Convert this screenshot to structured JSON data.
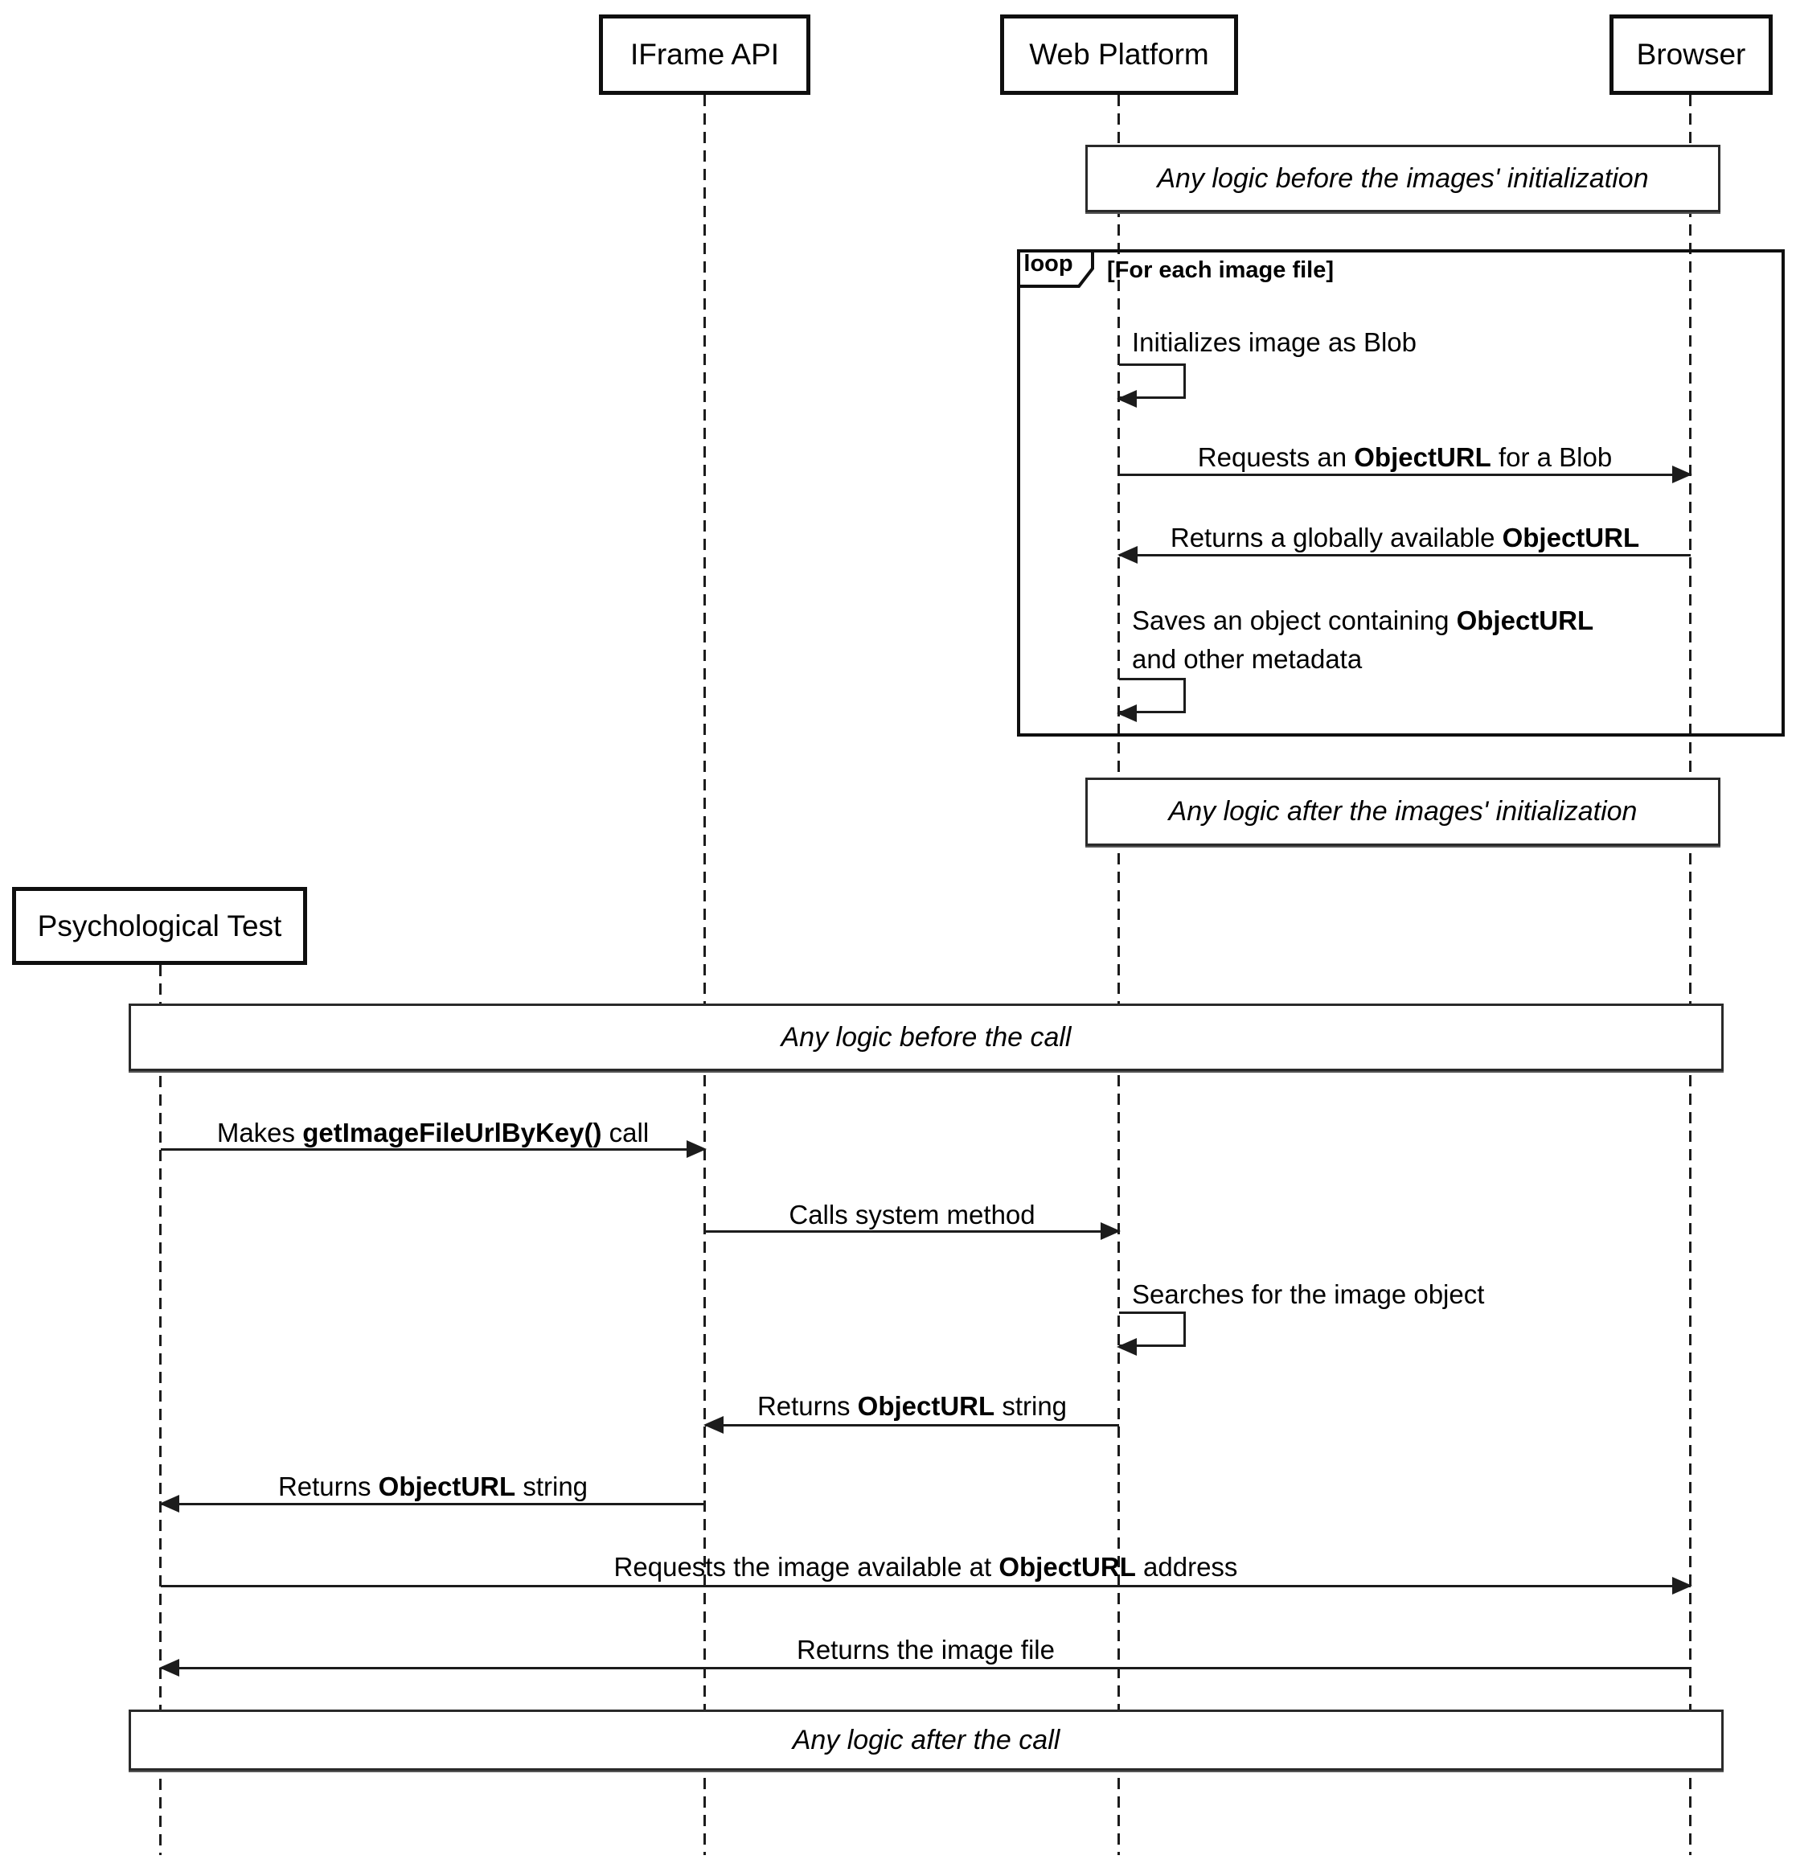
{
  "diagram_type": "uml-sequence",
  "participants": [
    {
      "name": "IFrame API"
    },
    {
      "name": "Web Platform"
    },
    {
      "name": "Browser"
    },
    {
      "name": "Psychological Test"
    }
  ],
  "notes": {
    "before_init": "Any logic before the images' initialization",
    "after_init": "Any logic after the images' initialization",
    "before_call": "Any logic before the call",
    "after_call": "Any logic after the call"
  },
  "loop": {
    "label": "loop",
    "guard": "[For each image file]"
  },
  "messages": {
    "init_blob": {
      "pre": "Initializes image as Blob",
      "bold": "",
      "post": ""
    },
    "request_objecturl": {
      "pre": "Requests an ",
      "bold": "ObjectURL",
      "post": " for a Blob"
    },
    "return_objecturl": {
      "pre": "Returns a globally available ",
      "bold": "ObjectURL",
      "post": ""
    },
    "saves_object": {
      "pre": "Saves an object containing ",
      "bold": "ObjectURL",
      "post": "",
      "line2": "and other metadata"
    },
    "makes_call": {
      "pre": "Makes ",
      "bold": "getImageFileUrlByKey()",
      "post": " call"
    },
    "calls_system": {
      "pre": "Calls system method",
      "bold": "",
      "post": ""
    },
    "searches": {
      "pre": "Searches for the image object",
      "bold": "",
      "post": ""
    },
    "returns_string_if": {
      "pre": "Returns ",
      "bold": "ObjectURL",
      "post": " string"
    },
    "returns_string_pt": {
      "pre": "Returns ",
      "bold": "ObjectURL",
      "post": " string"
    },
    "requests_image": {
      "pre": "Requests the image available at ",
      "bold": "ObjectURL",
      "post": " address"
    },
    "returns_file": {
      "pre": "Returns the image file",
      "bold": "",
      "post": ""
    }
  },
  "colors": {
    "line": "#1c1c1c",
    "border": "#0f0f0f",
    "background": "#ffffff",
    "text": "#000000"
  }
}
